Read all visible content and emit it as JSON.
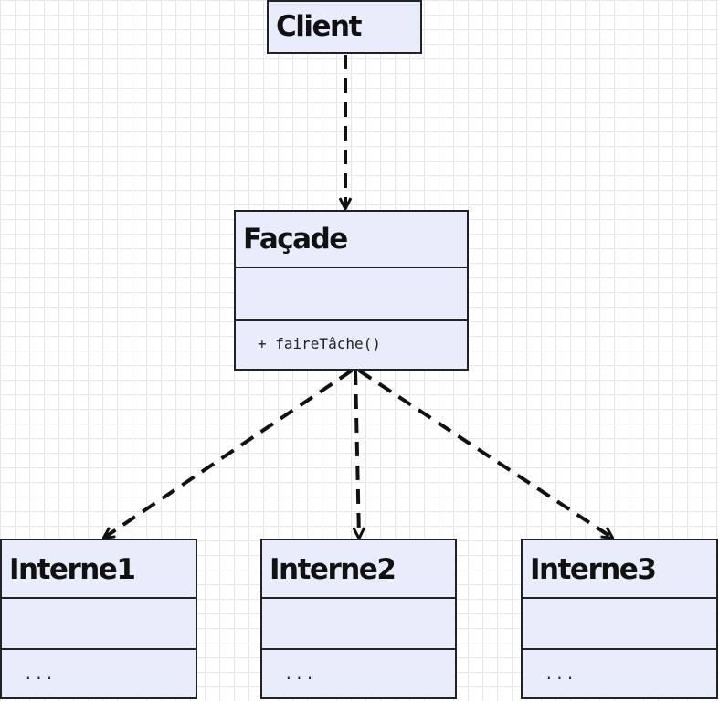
{
  "diagram": {
    "client": {
      "name": "Client"
    },
    "facade": {
      "name": "Façade",
      "operation": "+ faireTâche()"
    },
    "internals": [
      {
        "name": "Interne1",
        "operations": "..."
      },
      {
        "name": "Interne2",
        "operations": "..."
      },
      {
        "name": "Interne3",
        "operations": "..."
      }
    ],
    "colors": {
      "box_fill": "#e9edfb",
      "border": "#222222",
      "arrow": "#111111",
      "grid": "#e4e7ec"
    }
  }
}
